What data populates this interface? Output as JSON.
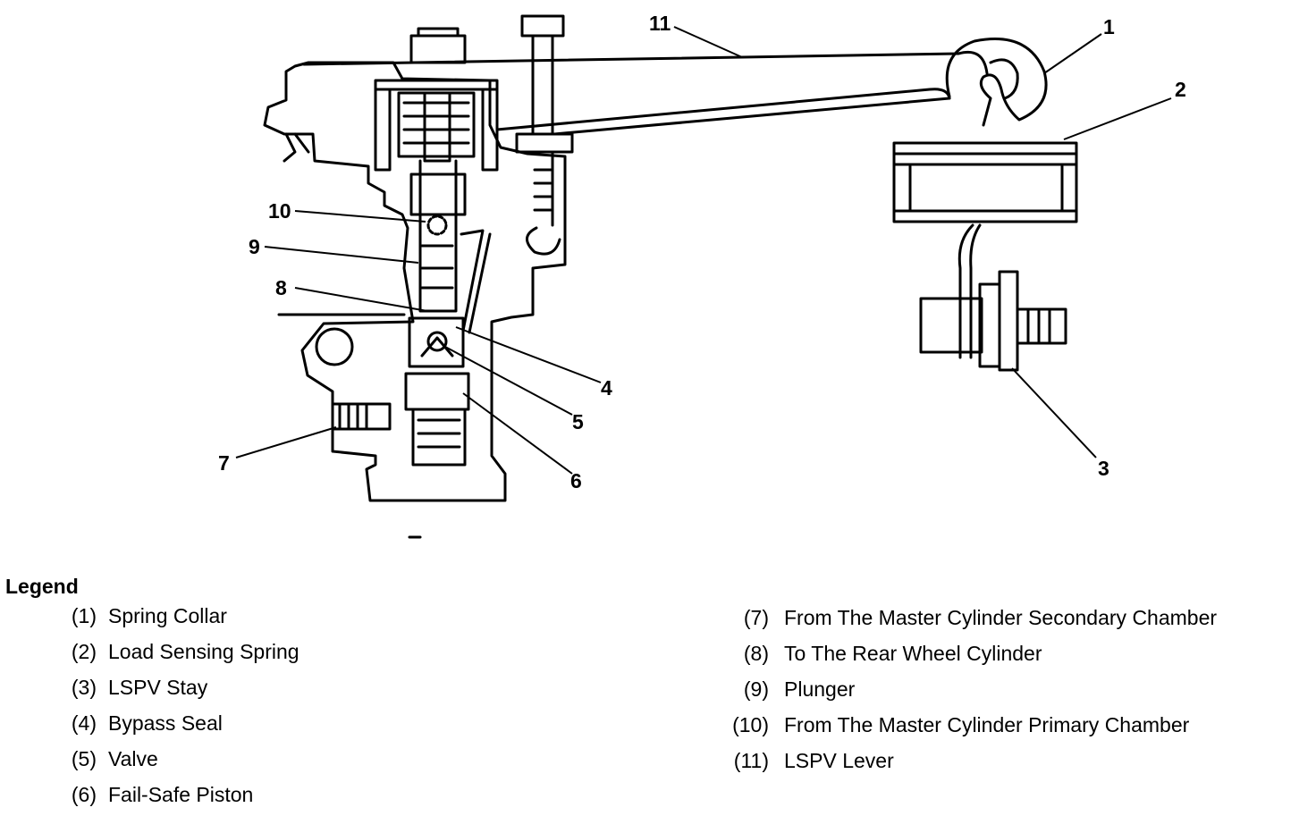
{
  "callouts": [
    "1",
    "2",
    "3",
    "4",
    "5",
    "6",
    "7",
    "8",
    "9",
    "10",
    "11"
  ],
  "legend": {
    "title": "Legend",
    "left": [
      {
        "num": "(1)",
        "text": "Spring Collar"
      },
      {
        "num": "(2)",
        "text": "Load Sensing Spring"
      },
      {
        "num": "(3)",
        "text": "LSPV Stay"
      },
      {
        "num": "(4)",
        "text": "Bypass Seal"
      },
      {
        "num": "(5)",
        "text": "Valve"
      },
      {
        "num": "(6)",
        "text": "Fail-Safe Piston"
      }
    ],
    "right": [
      {
        "num": "(7)",
        "text": "From The Master Cylinder Secondary Chamber"
      },
      {
        "num": "(8)",
        "text": "To The Rear Wheel Cylinder"
      },
      {
        "num": "(9)",
        "text": "Plunger"
      },
      {
        "num": "(10)",
        "text": "From The Master Cylinder Primary Chamber"
      },
      {
        "num": "(11)",
        "text": "LSPV Lever"
      }
    ]
  },
  "colors": {
    "ink": "#000000",
    "paper": "#ffffff"
  }
}
